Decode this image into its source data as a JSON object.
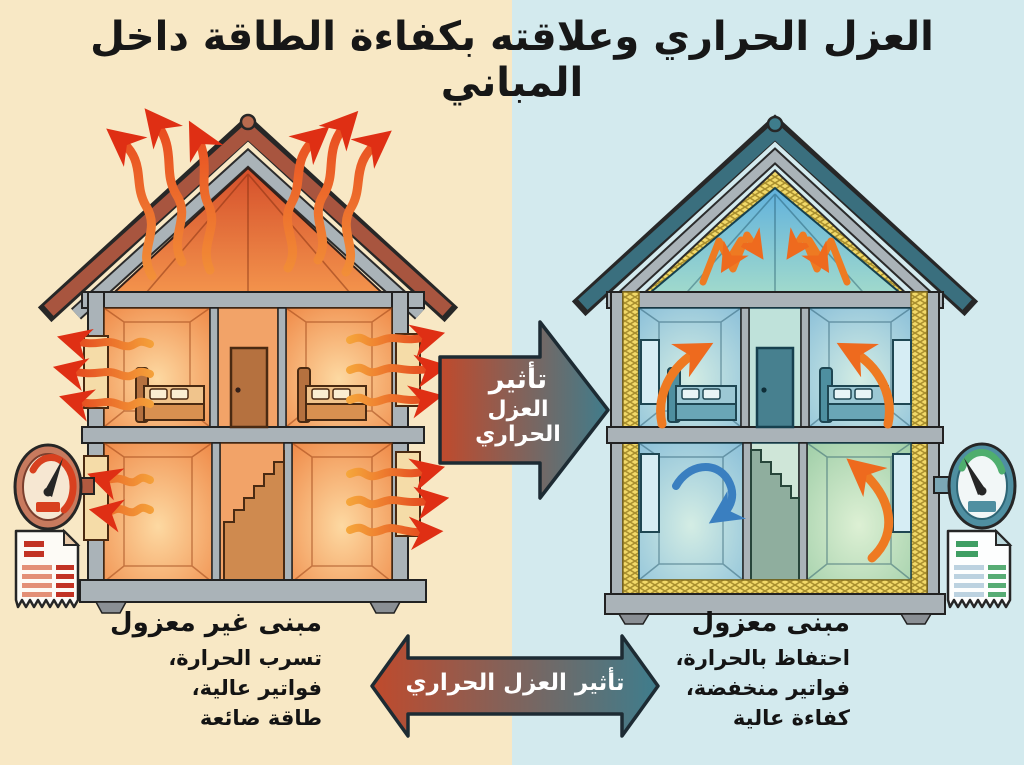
{
  "title": "العزل الحراري وعلاقته بكفاءة الطاقة داخل المباني",
  "center_arrow": {
    "line1": "تأثير",
    "line2": "العزل الحراري"
  },
  "bottom_arrow": {
    "label": "تأثير العزل الحراري"
  },
  "left_building": {
    "heading": "مبنى غير معزول",
    "lines": [
      "تسرب الحرارة،",
      "فواتير عالية،",
      "طاقة ضائعة"
    ]
  },
  "right_building": {
    "heading": "مبنى معزول",
    "lines": [
      "احتفاظ بالحرارة،",
      "فواتير منخفضة،",
      "كفاءة عالية"
    ]
  },
  "colors": {
    "bg_left": "#f8e8c5",
    "bg_right": "#d3eaee",
    "heat_red": "#df2f14",
    "heat_orange": "#f6a93c",
    "cool_teal": "#3e7d8d",
    "insulation_yellow": "#f2d968",
    "arrow_gradient_start": "#c04a2c",
    "arrow_gradient_end": "#3e7d8d",
    "gauge_high": "#d8401f",
    "gauge_low": "#4fae6e"
  },
  "icons": {
    "left_gauge": "energy-gauge-high-icon",
    "right_gauge": "energy-gauge-low-icon",
    "left_bill": "bill-high-icon",
    "right_bill": "bill-low-icon",
    "center_arrow": "thermal-effect-right-arrow-icon",
    "bottom_arrow": "thermal-effect-double-arrow-icon"
  }
}
